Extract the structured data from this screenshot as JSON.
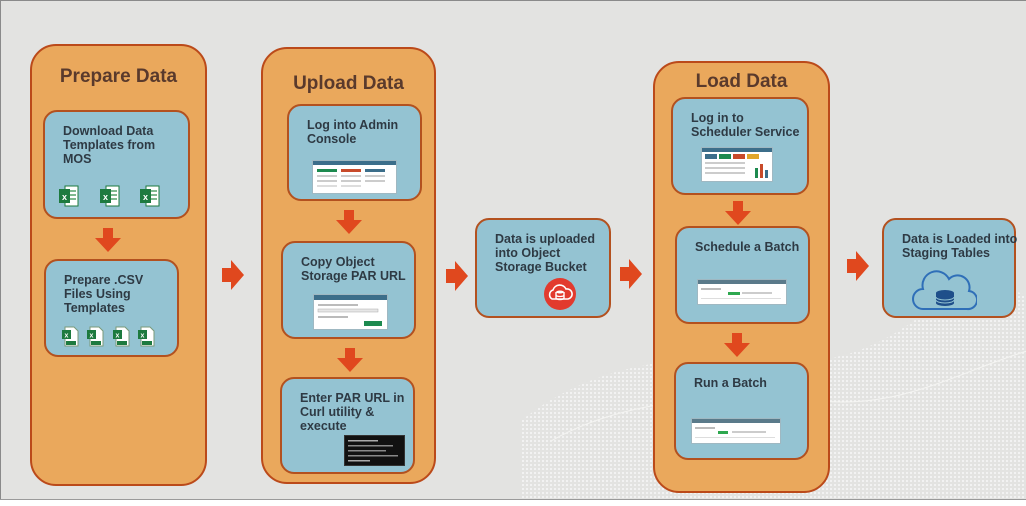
{
  "columns": {
    "prepare": {
      "title": "Prepare Data"
    },
    "upload": {
      "title": "Upload Data"
    },
    "load": {
      "title": "Load Data"
    }
  },
  "steps": {
    "download_templates": "Download Data Templates from MOS",
    "prepare_csv": "Prepare .CSV Files Using Templates",
    "login_admin": "Log into Admin Console",
    "copy_par": "Copy Object Storage PAR URL",
    "enter_par": "Enter PAR URL in Curl utility & execute",
    "data_uploaded": "Data is uploaded into Object Storage Bucket",
    "login_scheduler": "Log in to Scheduler Service",
    "schedule_batch": "Schedule a Batch",
    "run_batch": "Run a Batch",
    "data_loaded": "Data is Loaded into Staging Tables"
  },
  "icons": {
    "excel": "excel-file-icon",
    "csv": "csv-file-icon",
    "storage": "object-storage-icon",
    "cloud_db": "cloud-database-icon",
    "arrow": "red-arrow-icon"
  },
  "colors": {
    "column_fill": "#eaa85c",
    "column_border": "#bb4a1a",
    "box_fill": "#94c3d2",
    "arrow": "#e0481e",
    "background": "#e3e3e1"
  }
}
